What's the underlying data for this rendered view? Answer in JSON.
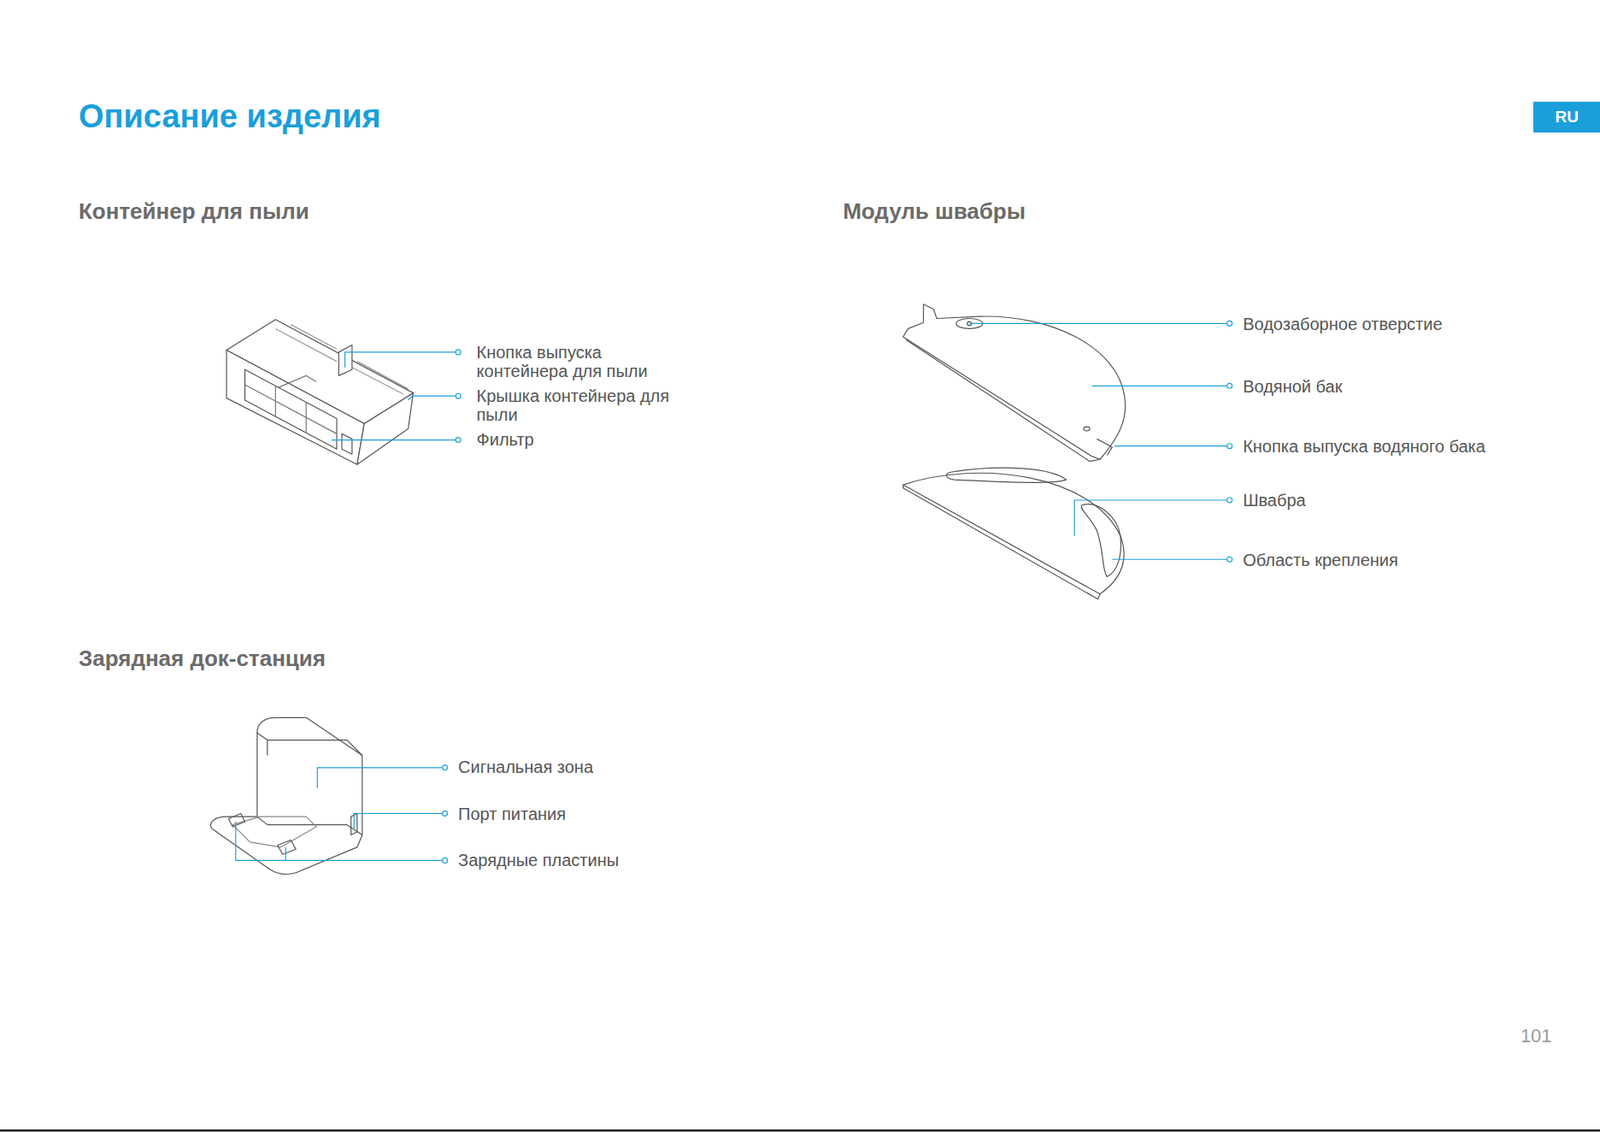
{
  "diagram": {
    "title": "Описание изделия",
    "nodes": [
      {
        "text": [
          "RU"
        ]
      }
    ],
    "edges": [],
    "labels": [
      "Контейнер для пыли",
      "Кнопка выпуска контейнера для пыли",
      "Крышка контейнера для пыли",
      "Фильтр",
      "Модуль швабры",
      "Водозаборное отверстие",
      "Водяной бак",
      "Кнопка выпуска водяного бака",
      "Швабра",
      "Область крепления",
      "Зарядная док-станция",
      "Сигнальная зона",
      "Порт питания",
      "Зарядные пластины",
      "101"
    ]
  }
}
